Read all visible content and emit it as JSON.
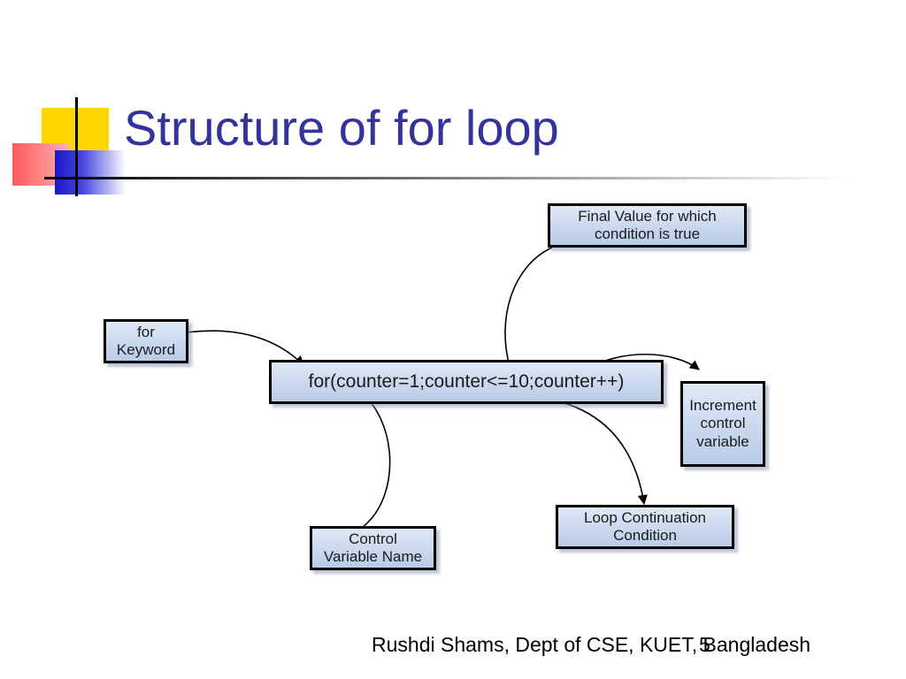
{
  "slide": {
    "title": "Structure of for loop",
    "footer": "Rushdi Shams, Dept of CSE, KUET, Bangladesh",
    "page_number": "5"
  },
  "diagram": {
    "code": "for(counter=1;counter<=10;counter++)",
    "labels": {
      "keyword": [
        "for",
        "Keyword"
      ],
      "final_value": [
        "Final Value for which",
        "condition is true"
      ],
      "increment": [
        "Increment",
        "control",
        "variable"
      ],
      "continuation": [
        "Loop Continuation",
        "Condition"
      ],
      "control_var": [
        "Control",
        "Variable Name"
      ]
    }
  },
  "colors": {
    "title": "#333399",
    "box_fill_top": "#dfe8f6",
    "box_fill_bottom": "#b8cbe7",
    "border": "#000000"
  }
}
